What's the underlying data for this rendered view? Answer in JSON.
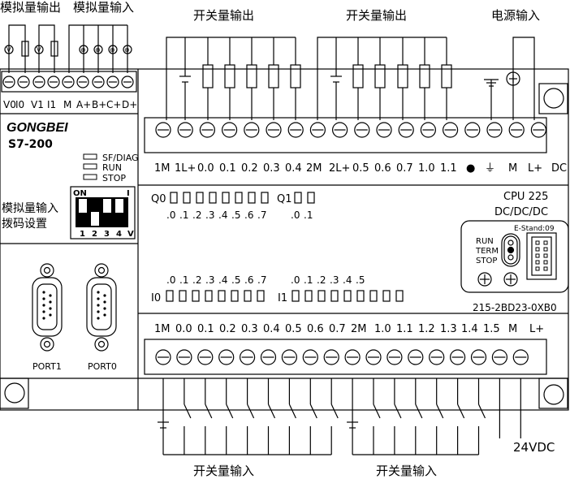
{
  "labels": {
    "analog_out_top": "模拟量输出",
    "analog_in_top": "模拟量输入",
    "switch_out_1": "开关量输出",
    "switch_out_2": "开关量输出",
    "power_in": "电源输入",
    "switch_in_1": "开关量输入",
    "switch_in_2": "开关量输入",
    "vdc24": "24VDC"
  },
  "left_module": {
    "terminal_labels": [
      "V0",
      "I0",
      "V1",
      "I1",
      "M",
      "A+",
      "B+",
      "C+",
      "D+"
    ],
    "brand": "GONGBEI",
    "model": "S7-200",
    "status": [
      "SF/DIAG",
      "RUN",
      "STOP"
    ],
    "dip_caption_1": "模拟量输入",
    "dip_caption_2": "拨码设置",
    "dip": {
      "on": "ON",
      "i": "I",
      "nums": [
        "1",
        "2",
        "3",
        "4",
        "V"
      ]
    },
    "ports": [
      "PORT1",
      "PORT0"
    ]
  },
  "top_terminals": {
    "labels": [
      "1M",
      "1L+",
      "0.0",
      "0.1",
      "0.2",
      "0.3",
      "0.4",
      "2M",
      "2L+",
      "0.5",
      "0.6",
      "0.7",
      "1.0",
      "1.1",
      "●",
      "⏚",
      "M",
      "L+",
      "DC"
    ]
  },
  "outputs": {
    "q0": "Q0",
    "q1": "Q1",
    "q0_bits": [
      ".0",
      ".1",
      ".2",
      ".3",
      ".4",
      ".5",
      ".6",
      ".7"
    ],
    "q1_bits": [
      ".0",
      ".1"
    ]
  },
  "cpu": {
    "name": "CPU 225",
    "type": "DC/DC/DC",
    "estand": "E-Stand:09",
    "switch": [
      "RUN",
      "TERM",
      "STOP"
    ],
    "order": "215-2BD23-0XB0"
  },
  "inputs": {
    "i0": "I0",
    "i1": "I1",
    "i0_bits": [
      ".0",
      ".1",
      ".2",
      ".3",
      ".4",
      ".5",
      ".6",
      ".7"
    ],
    "i1_bits": [
      ".0",
      ".1",
      ".2",
      ".3",
      ".4",
      ".5"
    ]
  },
  "bottom_terminals": {
    "labels": [
      "1M",
      "0.0",
      "0.1",
      "0.2",
      "0.3",
      "0.4",
      "0.5",
      "0.6",
      "0.7",
      "2M",
      "1.0",
      "1.1",
      "1.2",
      "1.3",
      "1.4",
      "1.5",
      "M",
      "L+"
    ]
  }
}
